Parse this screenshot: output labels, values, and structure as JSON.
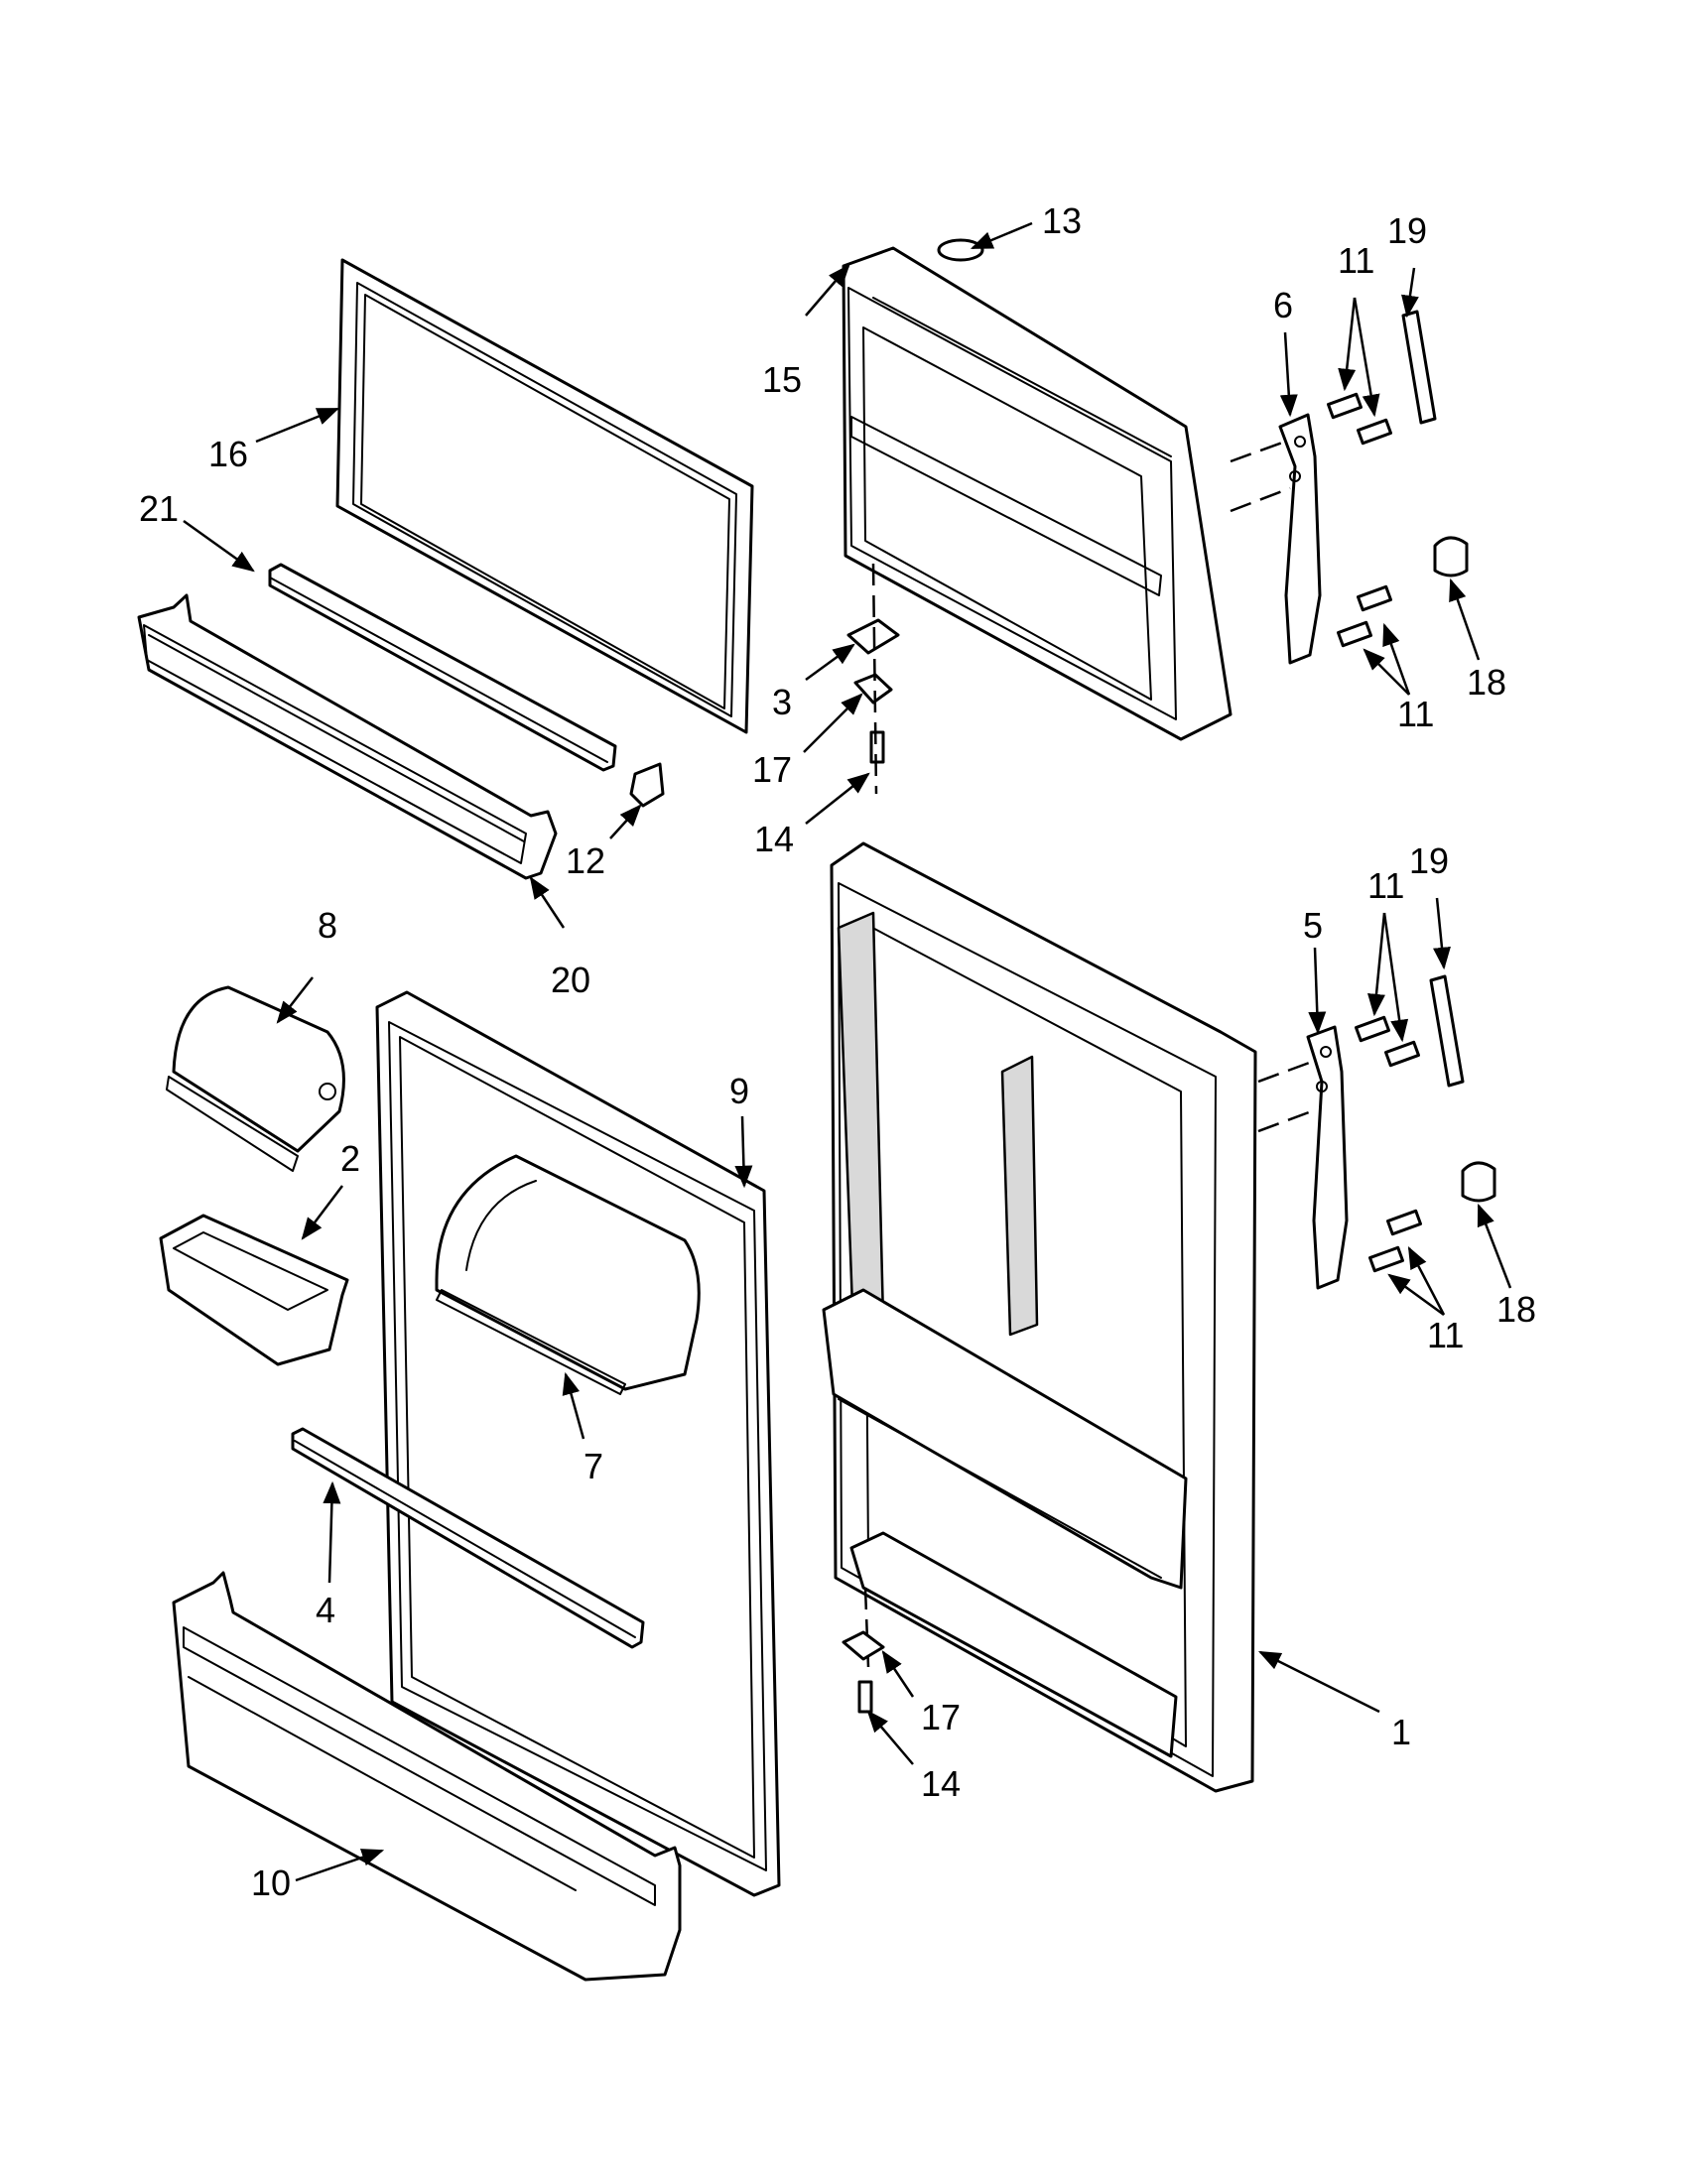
{
  "callouts": [
    {
      "id": "c13",
      "text": "13"
    },
    {
      "id": "c19a",
      "text": "19"
    },
    {
      "id": "c11a",
      "text": "11"
    },
    {
      "id": "c6",
      "text": "6"
    },
    {
      "id": "c15",
      "text": "15"
    },
    {
      "id": "c16",
      "text": "16"
    },
    {
      "id": "c21",
      "text": "21"
    },
    {
      "id": "c3",
      "text": "3"
    },
    {
      "id": "c17a",
      "text": "17"
    },
    {
      "id": "c14a",
      "text": "14"
    },
    {
      "id": "c11b",
      "text": "11"
    },
    {
      "id": "c18a",
      "text": "18"
    },
    {
      "id": "c12",
      "text": "12"
    },
    {
      "id": "c20",
      "text": "20"
    },
    {
      "id": "c8",
      "text": "8"
    },
    {
      "id": "c19b",
      "text": "19"
    },
    {
      "id": "c11c",
      "text": "11"
    },
    {
      "id": "c5",
      "text": "5"
    },
    {
      "id": "c9",
      "text": "9"
    },
    {
      "id": "c2",
      "text": "2"
    },
    {
      "id": "c18b",
      "text": "18"
    },
    {
      "id": "c11d",
      "text": "11"
    },
    {
      "id": "c7",
      "text": "7"
    },
    {
      "id": "c4",
      "text": "4"
    },
    {
      "id": "c17b",
      "text": "17"
    },
    {
      "id": "c1",
      "text": "1"
    },
    {
      "id": "c14b",
      "text": "14"
    },
    {
      "id": "c10",
      "text": "10"
    }
  ]
}
